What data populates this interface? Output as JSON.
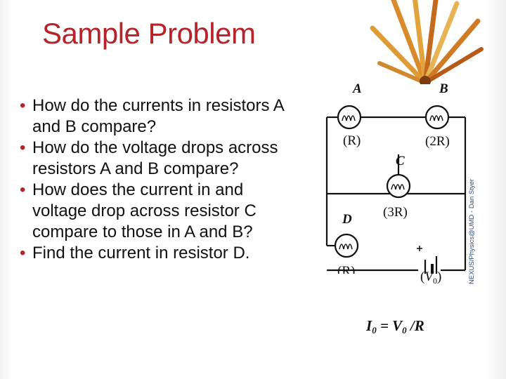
{
  "slide": {
    "title": "Sample Problem",
    "bullets": [
      "How do the currents in resistors A and B compare?",
      "How do the voltage drops across resistors A and B compare?",
      "How does the current in and voltage drop across resistor C compare to those in A and B?",
      "Find the current in resistor D."
    ]
  },
  "circuit": {
    "labels": {
      "a": "A",
      "b": "B",
      "c": "C",
      "d": "D"
    },
    "values": {
      "a": "(R)",
      "b": "(2R)",
      "c": "(3R)",
      "d": "(R)",
      "battery": "(V0)"
    },
    "credit": "NEXUS/Physics@UMD - Dan Styer",
    "formula": {
      "i": "I",
      "i_sub": "0",
      "eq": " = V",
      "v_sub": "0",
      "tail": " /R"
    }
  },
  "colors": {
    "title": "#b5242b",
    "bullet": "#b5242b",
    "credit": "#2a4d86"
  },
  "icons": {
    "decor": "pencils-icon",
    "bulb": "bulb-icon",
    "battery": "battery-icon"
  }
}
